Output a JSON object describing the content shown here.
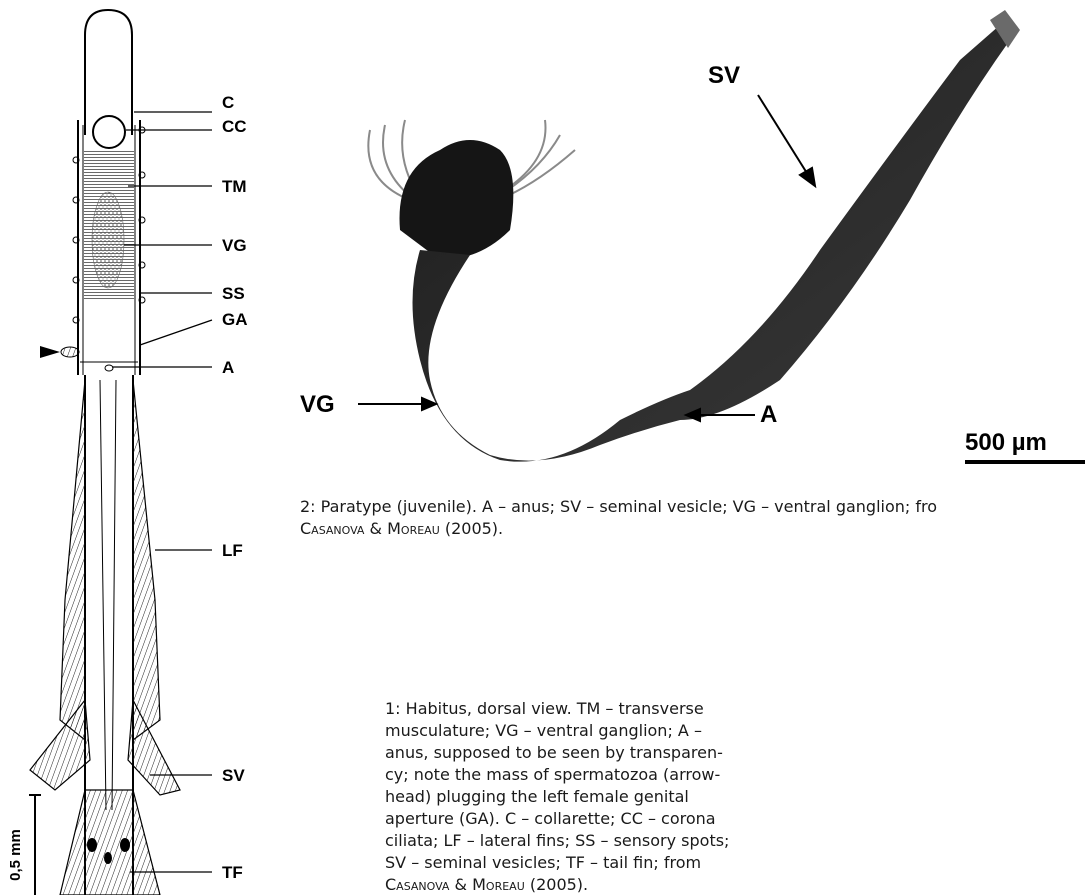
{
  "figure1": {
    "labels": {
      "c": "C",
      "cc": "CC",
      "tm": "TM",
      "vg": "VG",
      "ss": "SS",
      "ga": "GA",
      "a": "A",
      "lf": "LF",
      "sv": "SV",
      "tf": "TF"
    },
    "scale_bar": "0,5 mm"
  },
  "figure2": {
    "labels": {
      "sv": "SV",
      "vg": "VG",
      "a": "A"
    },
    "scale_bar": "500 µm"
  },
  "caption2": {
    "line1": "2: Paratype (juvenile). A – anus; SV – seminal vesicle; VG – ventral ganglion; fro",
    "line2_author1": "Casanova",
    "line2_amp": " & ",
    "line2_author2": "Moreau",
    "line2_year": " (2005)."
  },
  "caption1": {
    "lines": [
      "1: Habitus, dorsal view. TM – transverse",
      "musculature; VG – ventral ganglion; A –",
      "anus, supposed to be seen by transparen-",
      "cy; note the mass of spermatozoa (arrow-",
      "head) plugging the left female genital",
      "aperture (GA). C – collarette; CC – corona",
      "ciliata; LF – lateral fins; SS – sensory spots;",
      "SV – seminal vesicles; TF – tail fin; from"
    ],
    "last_author1": "Casanova",
    "last_amp": " & ",
    "last_author2": "Moreau",
    "last_year": " (2005)."
  }
}
